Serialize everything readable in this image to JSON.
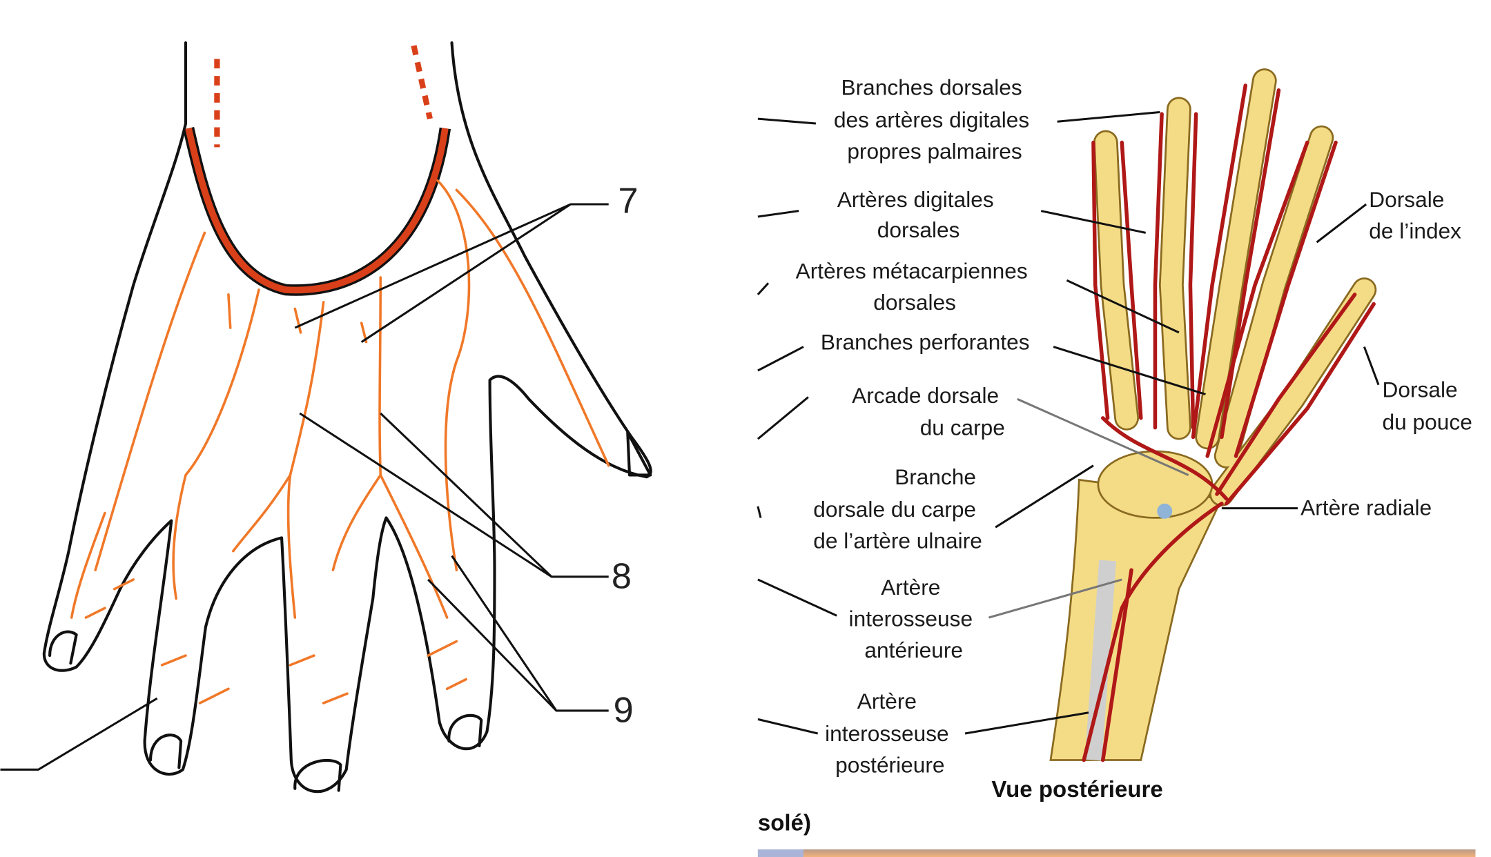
{
  "left_figure": {
    "callouts": [
      "7",
      "8",
      "9"
    ]
  },
  "right_figure": {
    "labels": {
      "branches_dorsales": [
        "Branches dorsales",
        "des artères digitales",
        "propres palmaires"
      ],
      "arteres_digitales": [
        "Artères digitales",
        "dorsales"
      ],
      "arteres_metacarpiennes": [
        "Artères métacarpiennes",
        "dorsales"
      ],
      "branches_perforantes": [
        "Branches perforantes"
      ],
      "arcade_dorsale": [
        "Arcade dorsale",
        "du carpe"
      ],
      "branche_dorsale_carpe": [
        "Branche",
        "dorsale du carpe",
        "de l’artère ulnaire"
      ],
      "interosseuse_anterieure": [
        "Artère",
        "interosseuse",
        "antérieure"
      ],
      "interosseuse_posterieure": [
        "Artère",
        "interosseuse",
        "postérieure"
      ],
      "dorsale_index": [
        "Dorsale",
        "de l’index"
      ],
      "dorsale_pouce": [
        "Dorsale",
        "du pouce"
      ],
      "artere_radiale": [
        "Artère radiale"
      ]
    },
    "caption": "Vue postérieure",
    "cut_text": "solé)"
  },
  "colors": {
    "artery": "#b01818",
    "bone": "#f4dc86",
    "vein": "#f07828",
    "arch": "#d9401a"
  }
}
